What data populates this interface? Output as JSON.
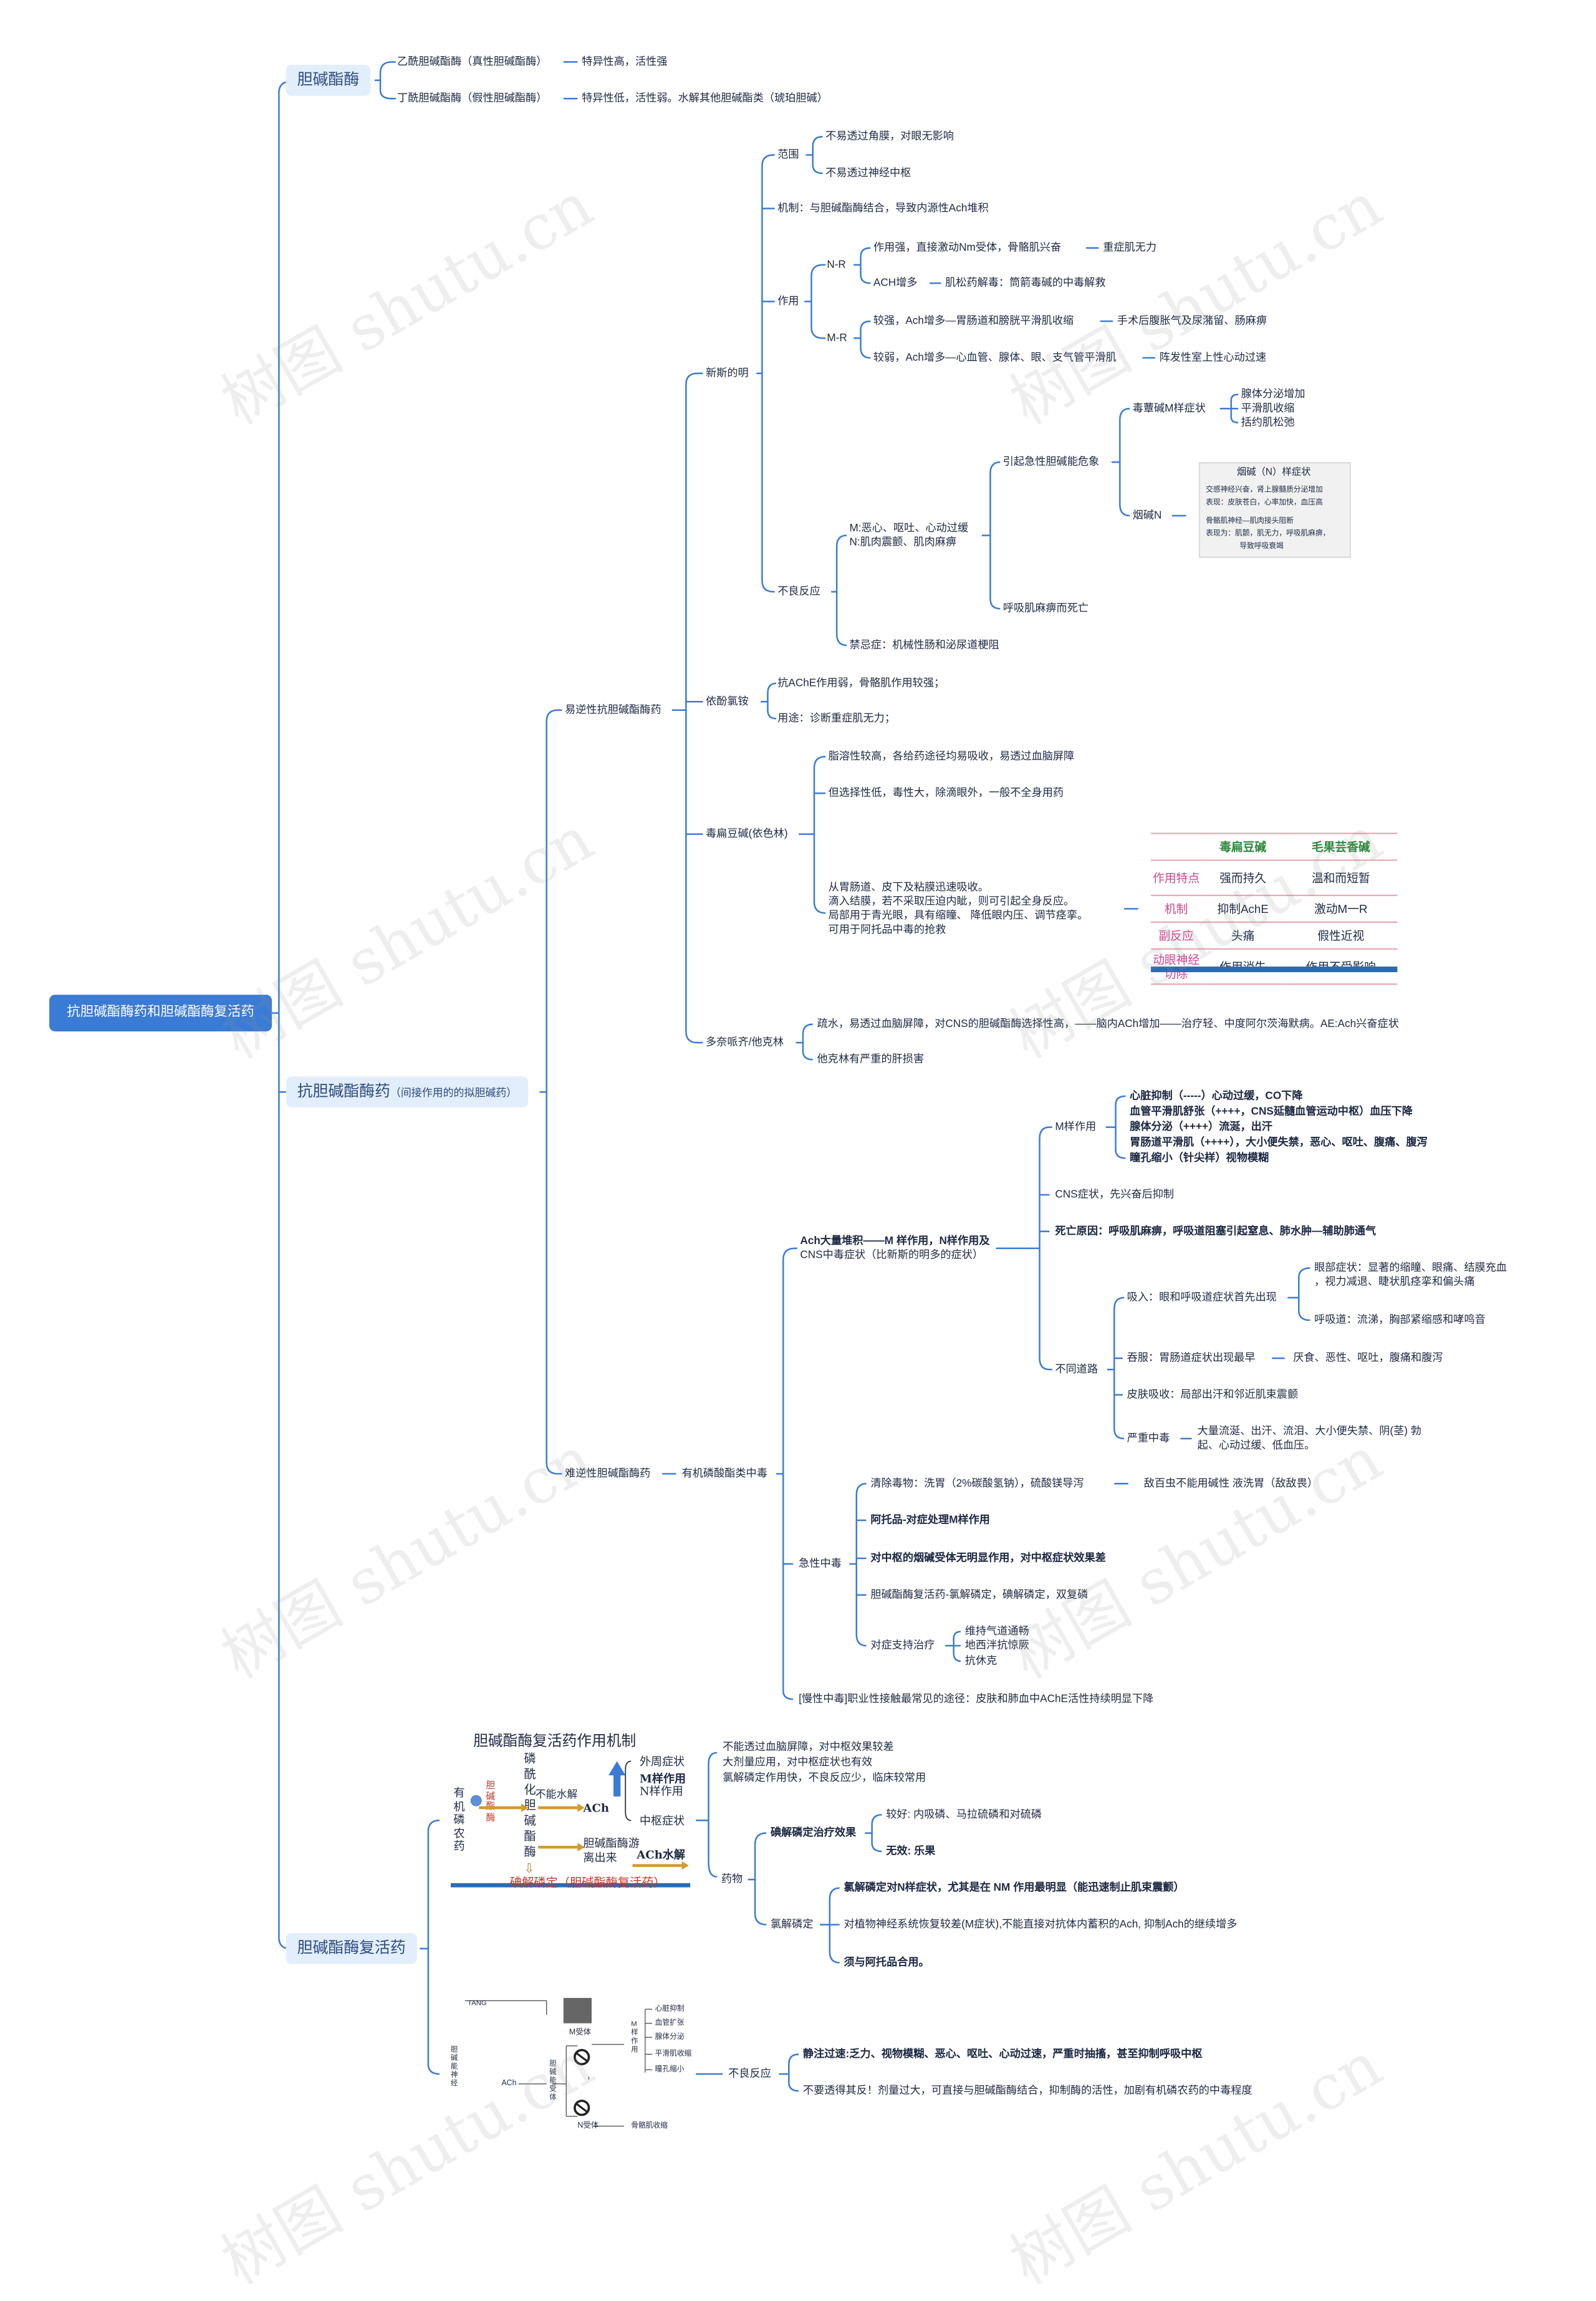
{
  "root": "抗胆碱酯酶药和胆碱酯酶复活药",
  "branches": {
    "ache": "胆碱酯酶",
    "anti": "抗胆碱酯酶药",
    "anti_note": "（间接作用的的拟胆碱药）",
    "reac": "胆碱酯酶复活药"
  },
  "ache": {
    "true_name": "乙酰胆碱酯酶（真性胆碱酯酶）",
    "true_desc": "特异性高，活性强",
    "pseudo_name": "丁酰胆碱酯酶（假性胆碱酯酶）",
    "pseudo_desc": "特异性低，活性弱。水解其他胆碱酯类（琥珀胆碱）"
  },
  "rev": {
    "label": "易逆性抗胆碱酯酶药",
    "neo": {
      "label": "新斯的明",
      "range": "范围",
      "range1": "不易透过角膜，对眼无影响",
      "range2": "不易透过神经中枢",
      "mech": "机制：与胆碱酯酶结合，导致内源性Ach堆积",
      "effect": "作用",
      "nr": "N-R",
      "nr1": "作用强，直接激动Nm受体，骨骼肌兴奋",
      "nr1b": "重症肌无力",
      "nr2": "ACH增多",
      "nr2b": "肌松药解毒：筒箭毒碱的中毒解救",
      "mr": "M-R",
      "mr1": "较强，Ach增多—胃肠道和膀胱平滑肌收缩",
      "mr1b": "手术后腹胀气及尿潴留、肠麻痹",
      "mr2": "较弱，Ach增多—心血管、腺体、眼、支气管平滑肌",
      "mr2b": "阵发性室上性心动过速",
      "adverse": "不良反应",
      "mn1": "M:恶心、呕吐、心动过缓",
      "mn2": "N:肌肉震颤、肌肉麻痹",
      "crisis": "引起急性胆碱能危象",
      "musc": "毒蕈碱M样症状",
      "musc1": "腺体分泌增加",
      "musc2": "平滑肌收缩",
      "musc3": "括约肌松弛",
      "nic": "烟碱N",
      "nicbox_title": "烟碱（N）样症状",
      "nicbox1": "交感神经兴奋，肾上腺髓质分泌增加",
      "nicbox2": "表现：皮肤苍白，心率加快，血压高",
      "nicbox3": "骨骼肌神经—肌肉接头阻断",
      "nicbox4": "表现为：肌颤，肌无力，呼吸肌麻痹，",
      "nicbox5": "导致呼吸衰竭",
      "resp": "呼吸肌麻痹而死亡",
      "contra": "禁忌症：机械性肠和泌尿道梗阻"
    },
    "edro": {
      "label": "依酚氯铵",
      "a": "抗AChE作用弱，骨骼肌作用较强；",
      "b": "用途：诊断重症肌无力；"
    },
    "physo": {
      "label": "毒扁豆碱(依色林)",
      "a": "脂溶性较高，各给药途径均易吸收，易透过血脑屏障",
      "b": "但选择性低，毒性大，除滴眼外，一般不全身用药",
      "c1": "从胃肠道、皮下及粘膜迅速吸收。",
      "c2": "滴入结膜，若不采取压迫内眦，则可引起全身反应。",
      "c3": "局部用于青光眼，具有缩瞳、 降低眼内压、调节痉挛。",
      "c4": "可用于阿托品中毒的抢救",
      "table": {
        "h1": "毒扁豆碱",
        "h2": "毛果芸香碱",
        "rows": [
          {
            "k": "作用特点",
            "a": "强而持久",
            "b": "温和而短暂"
          },
          {
            "k": "机制",
            "a": "抑制AchE",
            "b": "激动M一R"
          },
          {
            "k": "副反应",
            "a": "头痛",
            "b": "假性近视"
          },
          {
            "k": "动眼神经切除",
            "a": "作用消失",
            "b": "作用不受影响"
          }
        ]
      }
    },
    "done": {
      "label": "多奈哌齐/他克林",
      "a": "疏水，易透过血脑屏障，对CNS的胆碱酯酶选择性高，——脑内ACh增加——治疗轻、中度阿尔茨海默病。AE:Ach兴奋症状",
      "b": "他克林有严重的肝损害"
    }
  },
  "irrev": {
    "label": "难逆性胆碱酯酶药",
    "op": "有机磷酸酯类中毒",
    "sym1": "Ach大量堆积——M 样作用，N样作用及",
    "sym2": "CNS中毒症状（比新斯的明多的症状）",
    "m_label": "M样作用",
    "m1": "心脏抑制（-----）心动过缓，CO下降",
    "m2": "血管平滑肌舒张（++++，CNS延髓血管运动中枢）血压下降",
    "m3": "腺体分泌（++++）流涎，出汗",
    "m4": "胃肠道平滑肌（++++），大小便失禁，恶心、呕吐、腹痛、腹泻",
    "m5": "瞳孔缩小（针尖样）视物模糊",
    "cns": "CNS症状，先兴奋后抑制",
    "death": "死亡原因：呼吸肌麻痹，呼吸道阻塞引起窒息、肺水肿—辅助肺通气",
    "route": "不同道路",
    "inh": "吸入：眼和呼吸道症状首先出现",
    "eye1": "眼部症状：显著的缩瞳、眼痛、结膜充血",
    "eye2": "，视力减退、睫状肌痉挛和偏头痛",
    "airway": "呼吸道：流涕，胸部紧缩感和哮鸣音",
    "swallow": "吞服：胃肠道症状出现最早",
    "swallow_b": "厌食、恶性、呕吐，腹痛和腹泻",
    "skin": "皮肤吸收：局部出汗和邻近肌束震颤",
    "severe": "严重中毒",
    "severe1": "大量流涎、出汗、流泪、大小便失禁、阴(茎) 勃",
    "severe2": "起、心动过缓、低血压。",
    "acute": "急性中毒",
    "a1": "清除毒物：洗胃（2%碳酸氢钠），硫酸镁导泻",
    "a1b": "敌百虫不能用碱性 液洗胃（敌敌畏）",
    "a2": "阿托品-对症处理M样作用",
    "a3": "对中枢的烟碱受体无明显作用，对中枢症状效果差",
    "a4": "胆碱酯酶复活药-氯解磷定，碘解磷定，双复磷",
    "a5": "对症支持治疗",
    "a5a": "维持气道通畅",
    "a5b": "地西泮抗惊厥",
    "a5c": "抗休克",
    "chronic": "[慢性中毒]职业性接触最常见的途径：皮肤和肺血中AChE活性持续明显下降"
  },
  "reac": {
    "n1": "不能透过血脑屏障，对中枢效果较差",
    "n2": "大剂量应用，对中枢症状也有效",
    "n3": "氯解磷定作用快，不良反应少，临床较常用",
    "drug": "药物",
    "pam": "碘解磷定治疗效果",
    "pam1": "较好: 内吸磷、马拉硫磷和对硫磷",
    "pam2": "无效: 乐果",
    "cl": "氯解磷定",
    "cl1": "氯解磷定对N样症状，尤其是在 NM 作用最明显（能迅速制止肌束震颤）",
    "cl2": "对植物神经系统恢复较差(M症状),不能直接对抗体内蓄积的Ach, 抑制Ach的继续增多",
    "cl3": "须与阿托品合用。",
    "adv": "不良反应",
    "adv1": "静注过速:乏力、视物模糊、恶心、呕吐、心动过速，严重时抽搐，甚至抑制呼吸中枢",
    "adv2": "不要透得其反！剂量过大，可直接与胆碱酯酶结合，抑制酶的活性，加剧有机磷农药的中毒程度"
  },
  "fig1": {
    "title": "胆碱酯酶复活药作用机制",
    "left": "有机磷农药",
    "enzyme": "胆碱酯酶",
    "mid": "磷酰化胆碱酯酶",
    "cannot": "不能水解",
    "ach": "ACh",
    "r1": "外周症状",
    "r2": "M样作用",
    "r3": "N样作用",
    "r4": "中枢症状",
    "free": "胆碱酯酶游离出来",
    "hydro": "ACh水解",
    "arrow": "⇩",
    "bottom": "碘解磷定（胆碱酯酶复活药）"
  },
  "fig2": {
    "tag": "TANG",
    "vert": "胆碱能神经",
    "ach": "ACh",
    "m": "M受体",
    "n": "N受体",
    "vert2": "胆碱能受体",
    "vert3": "M样作用",
    "i1": "心脏抑制",
    "i2": "血管扩张",
    "i3": "腺体分泌",
    "i4": "平滑肌收缩",
    "i5": "瞳孔缩小",
    "nbot": "骨骼肌收缩"
  },
  "watermark": "树图 shutu.cn"
}
